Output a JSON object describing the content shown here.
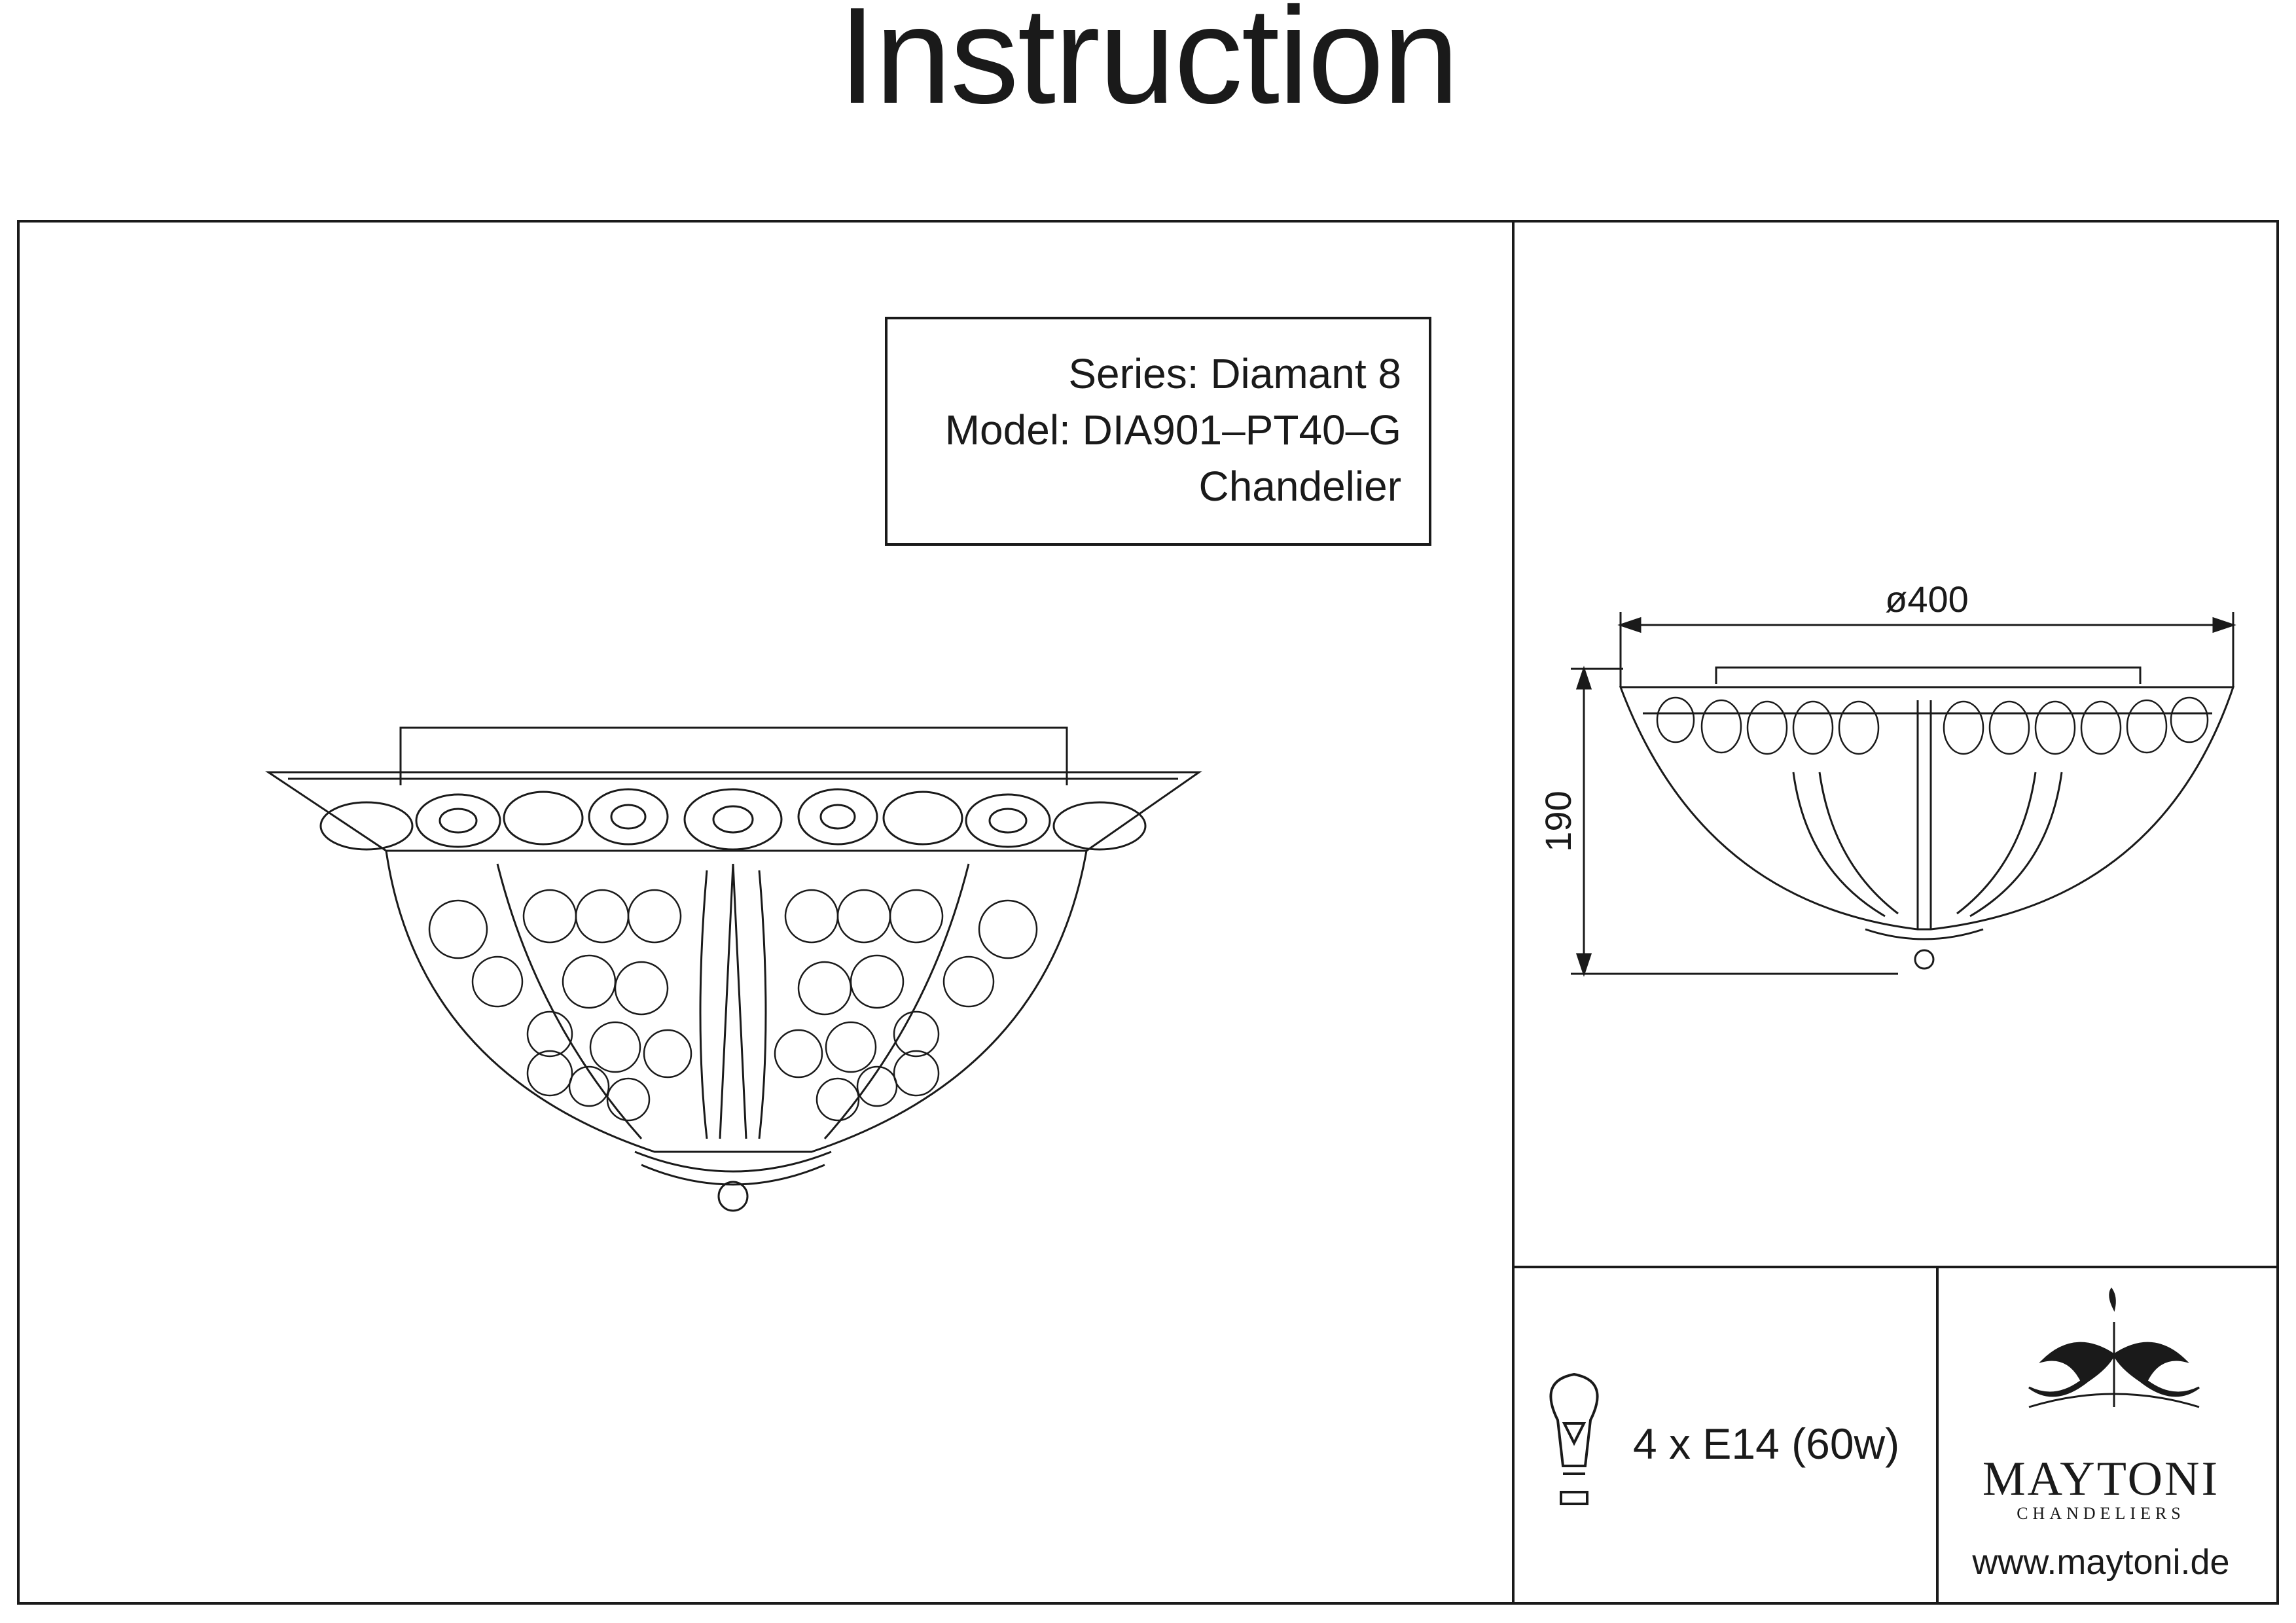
{
  "document": {
    "title": "Instruction"
  },
  "product_info": {
    "series": "Series: Diamant 8",
    "model": "Model: DIA901–PT40–G",
    "type": "Chandelier"
  },
  "dimensions": {
    "diameter_label": "ø400",
    "height_label": "190"
  },
  "specs": {
    "lamp": "4 x E14 (60w)",
    "bulb_icon": "light-bulb-icon"
  },
  "brand": {
    "name": "MAYTONI",
    "subtitle": "CHANDELIERS",
    "website": "www.maytoni.de",
    "logo_icon": "ornamental-fleur-logo"
  }
}
